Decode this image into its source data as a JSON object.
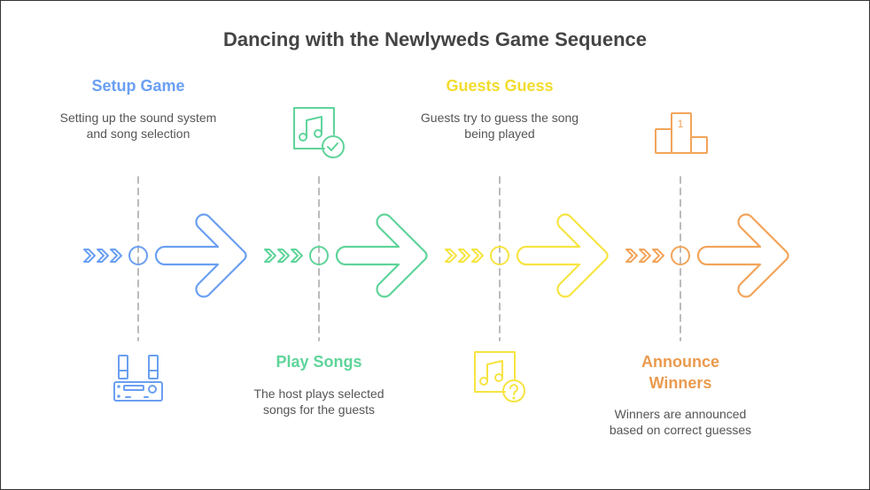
{
  "title": "Dancing with the Newlyweds Game Sequence",
  "colors": {
    "setup": "#6a9ff2",
    "play": "#5fd49a",
    "guess": "#f7e441",
    "announce": "#f2a45a"
  },
  "steps": [
    {
      "title": "Setup Game",
      "desc": "Setting up the sound system and song selection",
      "icon": "speaker-system-icon"
    },
    {
      "title": "Play Songs",
      "desc": "The host plays selected songs for the guests",
      "icon": "music-check-icon"
    },
    {
      "title": "Guests Guess",
      "desc": "Guests try to guess the song being played",
      "icon": "music-question-icon"
    },
    {
      "title": "Announce Winners",
      "desc": "Winners are announced based on correct guesses",
      "icon": "podium-icon",
      "podium_label": "1"
    }
  ]
}
